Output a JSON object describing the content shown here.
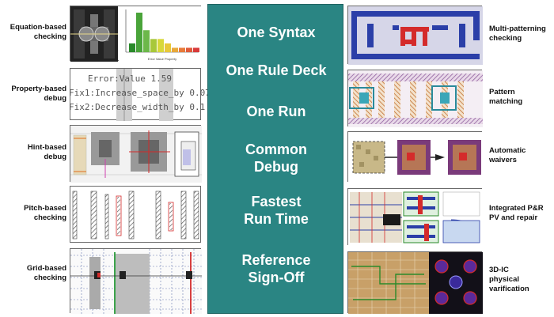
{
  "left_items": [
    {
      "label_l1": "Equation-based",
      "label_l2": "checking"
    },
    {
      "label_l1": "Property-based",
      "label_l2": "debug"
    },
    {
      "label_l1": "Hint-based",
      "label_l2": "debug"
    },
    {
      "label_l1": "Pitch-based",
      "label_l2": "checking"
    },
    {
      "label_l1": "Grid-based",
      "label_l2": "checking"
    }
  ],
  "right_items": [
    {
      "label_l1": "Multi-patterning",
      "label_l2": "checking"
    },
    {
      "label_l1": "Pattern",
      "label_l2": "matching"
    },
    {
      "label_l1": "Automatic",
      "label_l2": "waivers"
    },
    {
      "label_l1": "Integrated P&R",
      "label_l2": "PV and repair"
    },
    {
      "label_l1": "3D-IC",
      "label_l2": "physical",
      "label_l3": "varification"
    }
  ],
  "center_items": [
    {
      "l1": "One Syntax"
    },
    {
      "l1": "One Rule Deck"
    },
    {
      "l1": "One Run"
    },
    {
      "l1": "Common",
      "l2": "Debug"
    },
    {
      "l1": "Fastest",
      "l2": "Run Time"
    },
    {
      "l1": "Reference",
      "l2": "Sign-Off"
    }
  ],
  "property_debug": {
    "line1": "Error:Value 1.59",
    "line2": "Fix1:Increase_space_by 0.07",
    "line3": "Fix2:Decrease_width_by 0.1"
  },
  "histogram": {
    "xlabel": "Error Value Property",
    "values": [
      2,
      9,
      5,
      3,
      3,
      2,
      1,
      1,
      1,
      1
    ],
    "colors": [
      "#2a8a2a",
      "#4aa43a",
      "#6cb84a",
      "#a8c83a",
      "#d8d83a",
      "#e8c83a",
      "#e8a83a",
      "#e87a3a",
      "#e05a3a",
      "#d83a3a"
    ]
  },
  "colors": {
    "center_bg": "#2a8583",
    "accent_red": "#d42b2b",
    "accent_blue": "#2b3fa8"
  }
}
